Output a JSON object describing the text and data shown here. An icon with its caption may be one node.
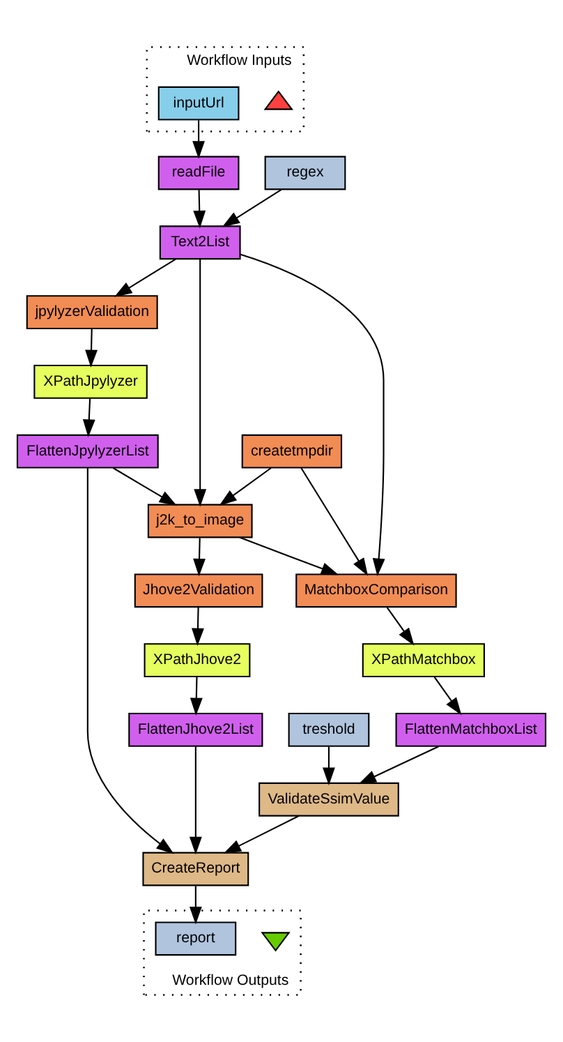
{
  "diagram": {
    "nodes": [
      {
        "text": [
          "Workflow Inputs"
        ]
      },
      {
        "text": [
          "inputUrl"
        ],
        "in": 0
      },
      {
        "text": [],
        "shape": "triangle",
        "in": 0
      },
      {
        "text": [
          "readFile"
        ]
      },
      {
        "text": [
          "regex"
        ]
      },
      {
        "text": [
          "Text2List"
        ]
      },
      {
        "text": [
          "jpylyzerValidation"
        ]
      },
      {
        "text": [
          "XPathJpylyzer"
        ]
      },
      {
        "text": [
          "FlattenJpylyzerList"
        ]
      },
      {
        "text": [
          "createtmpdir"
        ]
      },
      {
        "text": [
          "j2k_to_image"
        ]
      },
      {
        "text": [
          "Jhove2Validation"
        ]
      },
      {
        "text": [
          "MatchboxComparison"
        ]
      },
      {
        "text": [
          "XPathJhove2"
        ]
      },
      {
        "text": [
          "XPathMatchbox"
        ]
      },
      {
        "text": [
          "FlattenJhove2List"
        ]
      },
      {
        "text": [
          "FlattenMatchboxList"
        ]
      },
      {
        "text": [
          "treshold"
        ]
      },
      {
        "text": [
          "ValidateSsimValue"
        ]
      },
      {
        "text": [
          "CreateReport"
        ]
      },
      {
        "text": [
          "Workflow Outputs"
        ]
      },
      {
        "text": [
          "report"
        ],
        "in": 20
      },
      {
        "text": [],
        "shape": "triangle",
        "in": 20
      }
    ],
    "edges": [
      {
        "from": 1,
        "to": 3,
        "arrow": "to"
      },
      {
        "from": 3,
        "to": 5,
        "arrow": "to"
      },
      {
        "from": 4,
        "to": 5,
        "arrow": "to"
      },
      {
        "from": 5,
        "to": 6,
        "arrow": "to"
      },
      {
        "from": 5,
        "to": 10,
        "arrow": "to"
      },
      {
        "from": 5,
        "to": 12,
        "arrow": "to"
      },
      {
        "from": 6,
        "to": 7,
        "arrow": "to"
      },
      {
        "from": 7,
        "to": 8,
        "arrow": "to"
      },
      {
        "from": 8,
        "to": 10,
        "arrow": "to"
      },
      {
        "from": 8,
        "to": 19,
        "arrow": "to"
      },
      {
        "from": 9,
        "to": 10,
        "arrow": "to"
      },
      {
        "from": 9,
        "to": 12,
        "arrow": "to"
      },
      {
        "from": 10,
        "to": 11,
        "arrow": "to"
      },
      {
        "from": 10,
        "to": 12,
        "arrow": "to"
      },
      {
        "from": 11,
        "to": 13,
        "arrow": "to"
      },
      {
        "from": 12,
        "to": 14,
        "arrow": "to"
      },
      {
        "from": 13,
        "to": 15,
        "arrow": "to"
      },
      {
        "from": 14,
        "to": 16,
        "arrow": "to"
      },
      {
        "from": 15,
        "to": 19,
        "arrow": "to"
      },
      {
        "from": 16,
        "to": 18,
        "arrow": "to"
      },
      {
        "from": 17,
        "to": 18,
        "arrow": "to"
      },
      {
        "from": 18,
        "to": 19,
        "arrow": "to"
      },
      {
        "from": 19,
        "to": 21,
        "arrow": "to"
      }
    ]
  }
}
